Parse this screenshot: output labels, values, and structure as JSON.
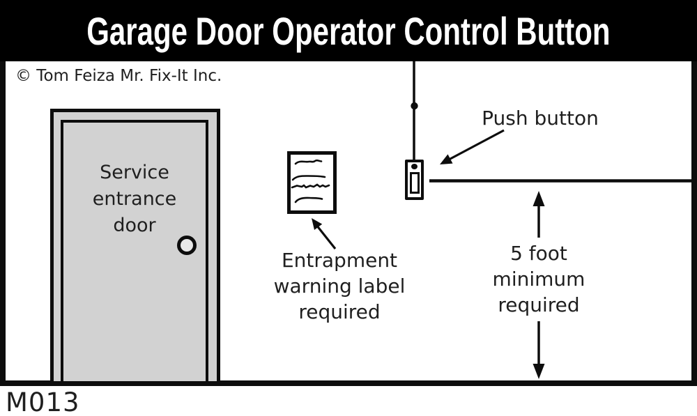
{
  "figure": {
    "title": "Garage Door Operator Control Button",
    "copyright": "© Tom Feiza Mr. Fix-It Inc.",
    "code": "M013"
  },
  "door": {
    "label": [
      "Service",
      "entrance",
      "door"
    ]
  },
  "labels": {
    "push_button": "Push button",
    "entrapment": [
      "Entrapment",
      "warning label",
      "required"
    ],
    "clearance": [
      "5 foot",
      "minimum",
      "required"
    ]
  },
  "icons": {
    "warning_label_card": "document-squiggle-icon",
    "push_button_device": "push-button-icon",
    "door_knob": "door-knob-icon"
  },
  "colors": {
    "band": "#000000",
    "line": "#0d0d0d",
    "door_fill": "#d2d2d2",
    "knob_fill": "#e8e8e8",
    "text": "#1f1f1f",
    "title_text": "#ffffff"
  }
}
